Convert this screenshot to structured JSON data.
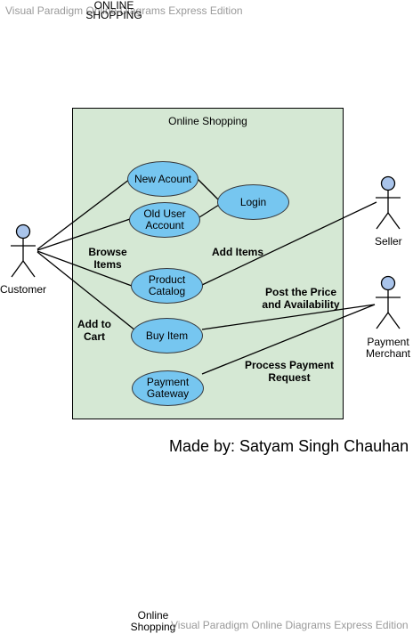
{
  "watermark": "Visual Paradigm Online Diagrams Express Edition",
  "diagram_title": [
    "ONLINE",
    "SHOPPING"
  ],
  "system_boundary": {
    "title": "Online Shopping"
  },
  "use_cases": {
    "new_account": "New Acount",
    "old_user_account": [
      "Old User",
      "Account"
    ],
    "login": "Login",
    "product_catalog": [
      "Product",
      "Catalog"
    ],
    "buy_item": "Buy Item",
    "payment_gateway": [
      "Payment",
      "Gateway"
    ]
  },
  "actors": {
    "customer": "Customer",
    "seller": "Seller",
    "payment_merchant": [
      "Payment",
      "Merchant"
    ]
  },
  "edge_labels": {
    "browse_items": [
      "Browse",
      "Items"
    ],
    "add_to_cart": [
      "Add to",
      "Cart"
    ],
    "add_items": "Add Items",
    "post_price": [
      "Post the Price",
      "and Availability"
    ],
    "process_payment": [
      "Process Payment",
      "Request"
    ]
  },
  "credit": "Made by: Satyam Singh Chauhan",
  "footer_title": [
    "Online",
    "Shopping"
  ],
  "colors": {
    "boundary_fill": "#d5e8d4",
    "usecase_fill": "#76c6f0",
    "actor_head_fill": "#a9c4eb",
    "watermark_text": "#9a9a9a"
  }
}
